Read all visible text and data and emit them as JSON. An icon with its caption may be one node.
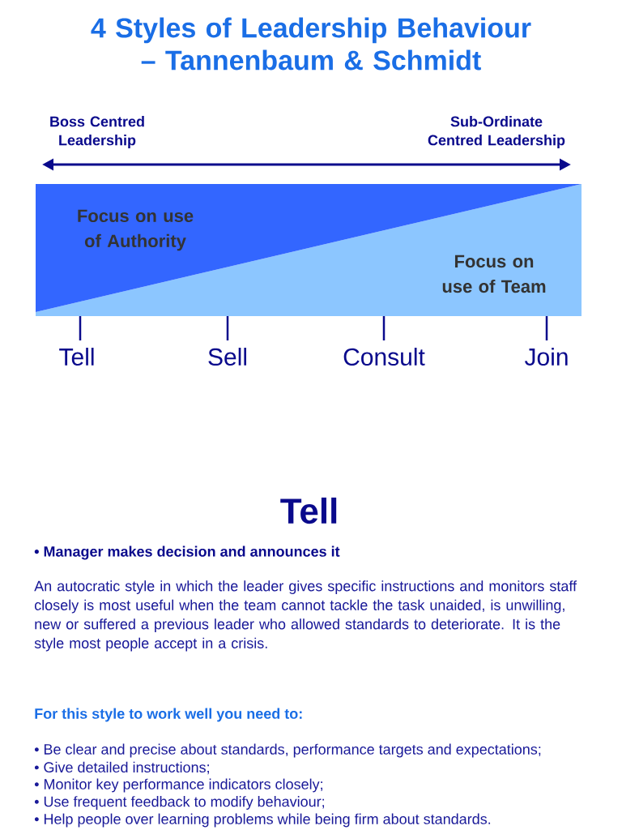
{
  "diagram": {
    "title": "4 Styles of Leadership Behaviour – Tannenbaum & Schmidt",
    "nodes": [
      {
        "text": [
          "Focus on use of Authority"
        ]
      },
      {
        "text": [
          "Focus on use of Team"
        ]
      }
    ],
    "edges": [],
    "labels": [
      "Boss Centred Leadership",
      "Sub-Ordinate Centred Leadership",
      "Tell",
      "Sell",
      "Consult",
      "Join",
      "Tell",
      "• Manager makes decision and announces it",
      "An autocratic style in which the leader gives specific instructions and monitors staff closely is most useful when the team cannot tackle the task unaided, is unwilling, new or suffered a previous leader who allowed standards to deteriorate. It is the style most people accept in a crisis.",
      "For this style to work well you need to:",
      "• Be clear and precise about standards, performance targets and expectations;",
      "• Give detailed instructions;",
      "• Monitor key performance indicators closely;",
      "• Use frequent feedback to modify behaviour;",
      "• Help people over learning problems while being firm about standards."
    ]
  }
}
